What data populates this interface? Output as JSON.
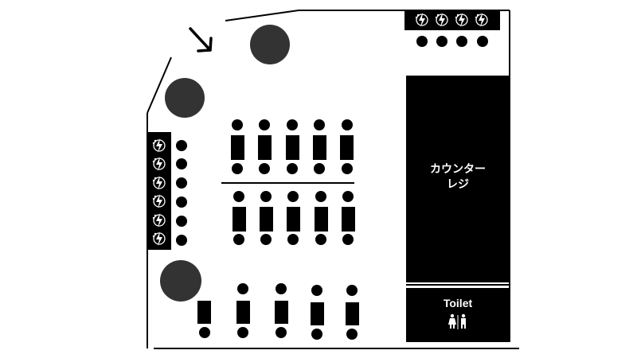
{
  "colors": {
    "ink": "#000000",
    "wall": "#000000",
    "blocks": "#000000",
    "pillars": "#333333",
    "text_on_block": "#ffffff",
    "background": "#ffffff"
  },
  "icons": {
    "entrance": "arrow-down-right-icon",
    "outlet": "power-outlet-icon",
    "restroom": "restroom-icon"
  },
  "counter": {
    "line1": "カウンター",
    "line2": "レジ"
  },
  "toilet": {
    "label": "Toilet"
  }
}
